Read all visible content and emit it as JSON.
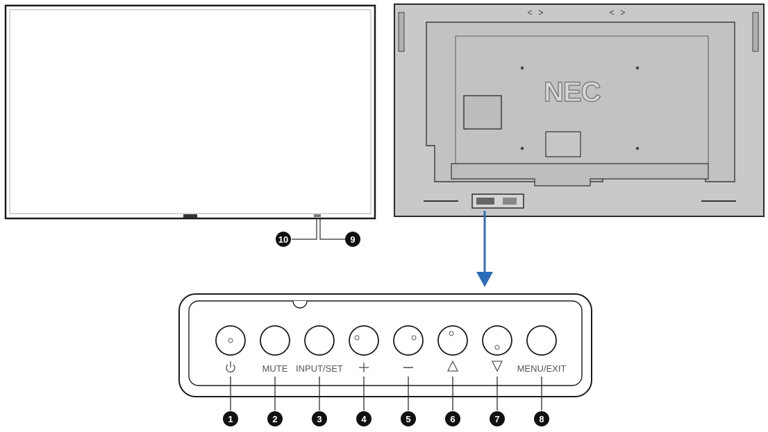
{
  "colors": {
    "line": "#1a1a1a",
    "back_panel": "#c9c9c9",
    "arrow": "#2a6ebb",
    "callout": "#111111"
  },
  "back_panel": {
    "logo": "NEC"
  },
  "control_panel": {
    "buttons": [
      {
        "callout": "1",
        "label": "",
        "icon": "power-icon"
      },
      {
        "callout": "2",
        "label": "MUTE"
      },
      {
        "callout": "3",
        "label": "INPUT/SET"
      },
      {
        "callout": "4",
        "label": "",
        "icon": "plus-icon"
      },
      {
        "callout": "5",
        "label": "",
        "icon": "minus-icon"
      },
      {
        "callout": "6",
        "label": "",
        "icon": "up-triangle-icon"
      },
      {
        "callout": "7",
        "label": "",
        "icon": "down-triangle-icon"
      },
      {
        "callout": "8",
        "label": "MENU/EXIT"
      }
    ]
  },
  "front_callouts": {
    "left": "10",
    "right": "9"
  }
}
